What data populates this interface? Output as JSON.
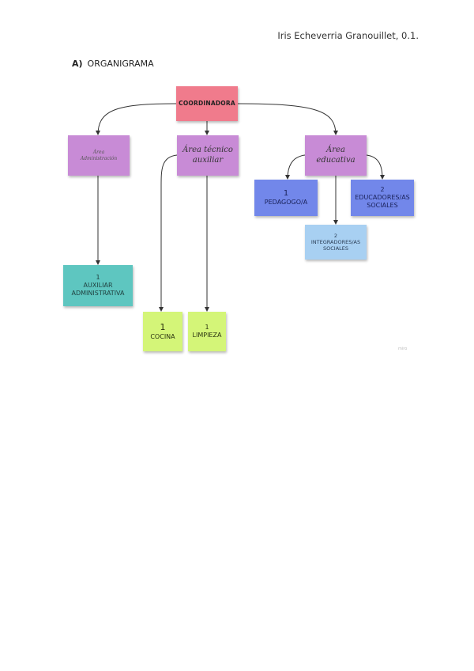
{
  "header": {
    "author": "Iris Echeverria Granouillet, 0.1.",
    "section_letter": "A)",
    "section_title": "ORGANIGRAMA"
  },
  "diagram": {
    "root": {
      "label": "COORDINADORA"
    },
    "areas": [
      {
        "label_line1": "Área",
        "label_line2": "Administración"
      },
      {
        "label_line1": "Área técnico",
        "label_line2": "auxiliar"
      },
      {
        "label_line1": "Área",
        "label_line2": "educativa"
      }
    ],
    "units": [
      {
        "count": "1",
        "line1": "AUXILIAR",
        "line2": "ADMINISTRATIVA"
      },
      {
        "count": "1",
        "line1": "COCINA"
      },
      {
        "count": "1",
        "line1": "LIMPIEZA"
      },
      {
        "count": "1",
        "line1": "PEDAGOGO/A"
      },
      {
        "count": "2",
        "line1": "EDUCADORES/AS",
        "line2": "SOCIALES"
      },
      {
        "count": "2",
        "line1": "INTEGRADORES/AS",
        "line2": "SOCIALES"
      }
    ],
    "colors": {
      "coordinadora": "#f07b8c",
      "area": "#c88bd6",
      "administrativa": "#5ec6c0",
      "tecnico": "#d4f578",
      "educativa": "#7287ea",
      "integradores": "#a8d0f2"
    },
    "watermark": "miro"
  }
}
